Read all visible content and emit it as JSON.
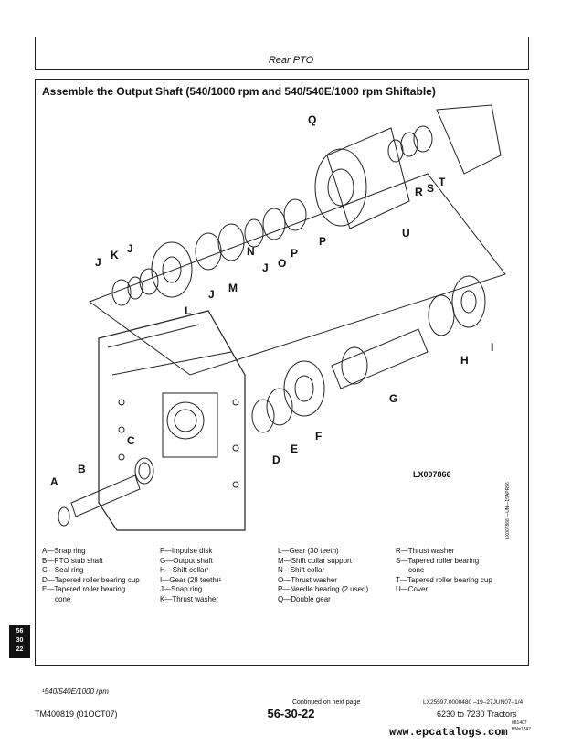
{
  "header": {
    "section": "Rear PTO"
  },
  "title": "Assemble the Output Shaft (540/1000 rpm and 540/540E/1000 rpm Shiftable)",
  "figure": {
    "id": "LX007866",
    "side_code": "LX007866 —UN—15APR96",
    "callouts": [
      "Q",
      "R",
      "S",
      "T",
      "U",
      "P",
      "O",
      "N",
      "J",
      "M",
      "L",
      "K",
      "J",
      "J",
      "I",
      "H",
      "G",
      "F",
      "E",
      "D",
      "C",
      "B",
      "A"
    ]
  },
  "legend": {
    "col1": [
      "A—Snap ring",
      "B—PTO stub shaft",
      "C—Seal ring",
      "D—Tapered roller bearing cup",
      "E—Tapered roller bearing",
      "cone"
    ],
    "col2": [
      "F—Impulse disk",
      "G—Output shaft",
      "H—Shift collar¹",
      "I—Gear (28 teeth)¹",
      "J—Snap ring",
      "K—Thrust washer"
    ],
    "col3": [
      "L—Gear (30 teeth)",
      "M—Shift collar support",
      "N—Shift collar",
      "O—Thrust washer",
      "P—Needle bearing (2 used)",
      "Q—Double gear"
    ],
    "col4": [
      "R—Thrust washer",
      "S—Tapered roller bearing",
      "cone",
      "T—Tapered roller bearing cup",
      "U—Cover"
    ]
  },
  "footnote": "¹540/540E/1000 rpm",
  "footer": {
    "continued": "Continued on next page",
    "ref": "LX25597,0000480  –19–27JUN07–1/4",
    "manual": "TM400819 (01OCT07)",
    "page": "56-30-22",
    "models": "6230 to 7230 Tractors",
    "small1": "081407",
    "small2": "PN=1247"
  },
  "section_tab": [
    "56",
    "30",
    "22"
  ],
  "watermark": "www.epcatalogs.com"
}
